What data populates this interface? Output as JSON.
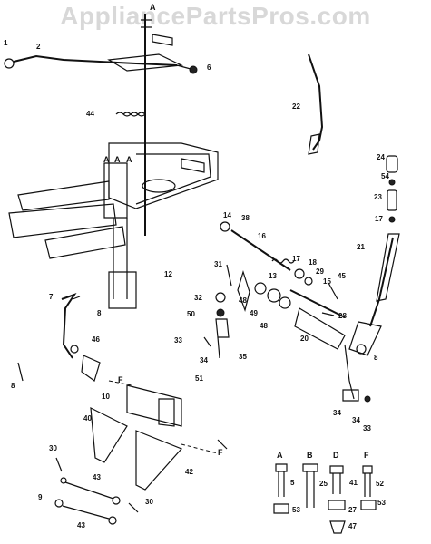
{
  "watermark": "AppliancePartsPros.com",
  "callouts": [
    {
      "id": "c1",
      "text": "1"
    },
    {
      "id": "c2",
      "text": "2"
    },
    {
      "id": "c6",
      "text": "6"
    },
    {
      "id": "c44",
      "text": "44"
    },
    {
      "id": "c22",
      "text": "22"
    },
    {
      "id": "c24",
      "text": "24"
    },
    {
      "id": "c54",
      "text": "54"
    },
    {
      "id": "c23",
      "text": "23"
    },
    {
      "id": "c17a",
      "text": "17"
    },
    {
      "id": "c21",
      "text": "21"
    },
    {
      "id": "c14",
      "text": "14"
    },
    {
      "id": "c38",
      "text": "38"
    },
    {
      "id": "c16a",
      "text": "16"
    },
    {
      "id": "c17b",
      "text": "17"
    },
    {
      "id": "c18",
      "text": "18"
    },
    {
      "id": "c29",
      "text": "29"
    },
    {
      "id": "c15",
      "text": "15"
    },
    {
      "id": "c45",
      "text": "45"
    },
    {
      "id": "c13",
      "text": "13"
    },
    {
      "id": "c12",
      "text": "12"
    },
    {
      "id": "c31",
      "text": "31"
    },
    {
      "id": "c32",
      "text": "32"
    },
    {
      "id": "c50",
      "text": "50"
    },
    {
      "id": "c48a",
      "text": "48"
    },
    {
      "id": "c49",
      "text": "49"
    },
    {
      "id": "c48b",
      "text": "48"
    },
    {
      "id": "c28",
      "text": "28"
    },
    {
      "id": "c20",
      "text": "20"
    },
    {
      "id": "c8a",
      "text": "8"
    },
    {
      "id": "c7",
      "text": "7"
    },
    {
      "id": "c8b",
      "text": "8"
    },
    {
      "id": "c46",
      "text": "46"
    },
    {
      "id": "c33a",
      "text": "33"
    },
    {
      "id": "c34a",
      "text": "34"
    },
    {
      "id": "c35",
      "text": "35"
    },
    {
      "id": "c8c",
      "text": "8"
    },
    {
      "id": "c10",
      "text": "10"
    },
    {
      "id": "c51",
      "text": "51"
    },
    {
      "id": "c34b",
      "text": "34"
    },
    {
      "id": "c34c",
      "text": "34"
    },
    {
      "id": "c33b",
      "text": "33"
    },
    {
      "id": "c40",
      "text": "40"
    },
    {
      "id": "c30a",
      "text": "30"
    },
    {
      "id": "c42",
      "text": "42"
    },
    {
      "id": "c43a",
      "text": "43"
    },
    {
      "id": "c9",
      "text": "9"
    },
    {
      "id": "c30b",
      "text": "30"
    },
    {
      "id": "c43b",
      "text": "43"
    },
    {
      "id": "c5",
      "text": "5"
    },
    {
      "id": "c53a",
      "text": "53"
    },
    {
      "id": "c25",
      "text": "25"
    },
    {
      "id": "c41",
      "text": "41"
    },
    {
      "id": "c27",
      "text": "27"
    },
    {
      "id": "c52",
      "text": "52"
    },
    {
      "id": "c53b",
      "text": "53"
    },
    {
      "id": "c47",
      "text": "47"
    }
  ],
  "view_letters": {
    "top_a": "A",
    "mid_a1": "A",
    "mid_a2": "A",
    "mid_a3": "A",
    "f_left": "F",
    "f_right": "F"
  },
  "hardware_legend": [
    {
      "id": "hwA",
      "letter": "A"
    },
    {
      "id": "hwB",
      "letter": "B"
    },
    {
      "id": "hwD",
      "letter": "D"
    },
    {
      "id": "hwF",
      "letter": "F"
    }
  ]
}
